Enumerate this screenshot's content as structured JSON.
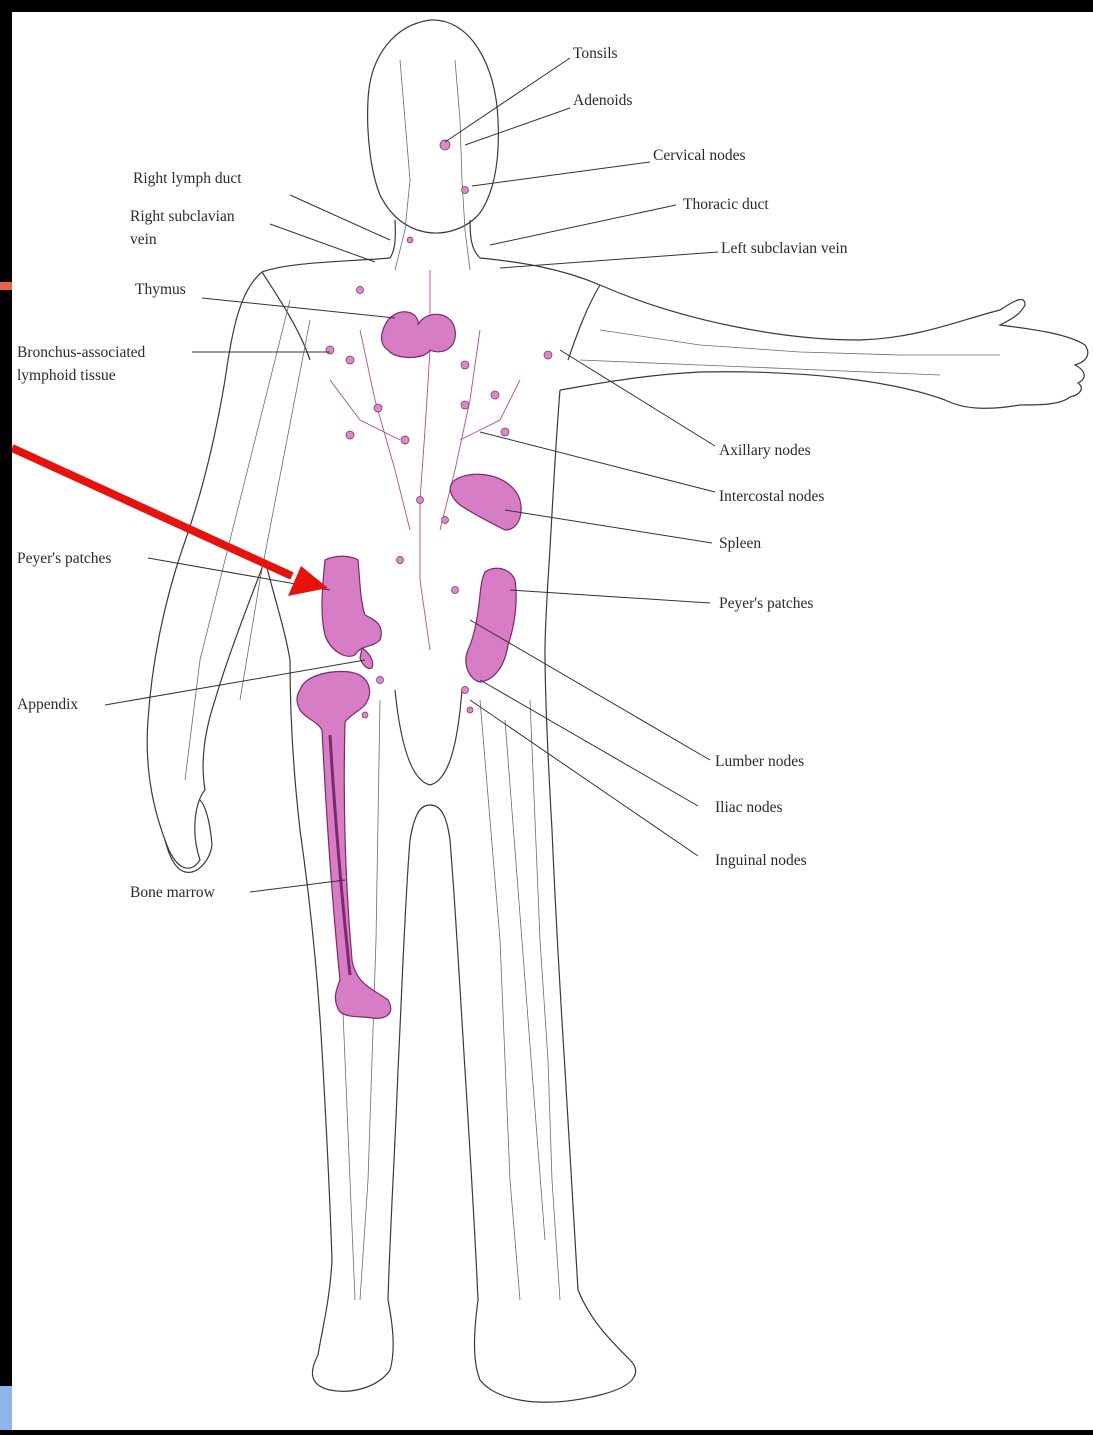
{
  "colors": {
    "background": "#000000",
    "panel": "#ffffff",
    "organ_fill": "#d77dc6",
    "arrow": "#e8120c",
    "edge_mark_top": "#e8604a",
    "edge_mark_bottom": "#8fb4e8"
  },
  "labels": {
    "tonsils": "Tonsils",
    "adenoids": "Adenoids",
    "cervical_nodes": "Cervical nodes",
    "right_lymph_duct": "Right lymph duct",
    "right_subclavian_vein_1": "Right subclavian",
    "right_subclavian_vein_2": "vein",
    "thoracic_duct": "Thoracic duct",
    "left_subclavian_vein": "Left subclavian vein",
    "thymus": "Thymus",
    "balt_1": "Bronchus-associated",
    "balt_2": "lymphoid tissue",
    "axillary_nodes": "Axillary nodes",
    "intercostal_nodes": "Intercostal nodes",
    "spleen": "Spleen",
    "peyers_patches_left": "Peyer's patches",
    "peyers_patches_right": "Peyer's patches",
    "appendix": "Appendix",
    "lumber_nodes": "Lumber nodes",
    "iliac_nodes": "Iliac nodes",
    "inguinal_nodes": "Inguinal nodes",
    "bone_marrow": "Bone marrow"
  }
}
